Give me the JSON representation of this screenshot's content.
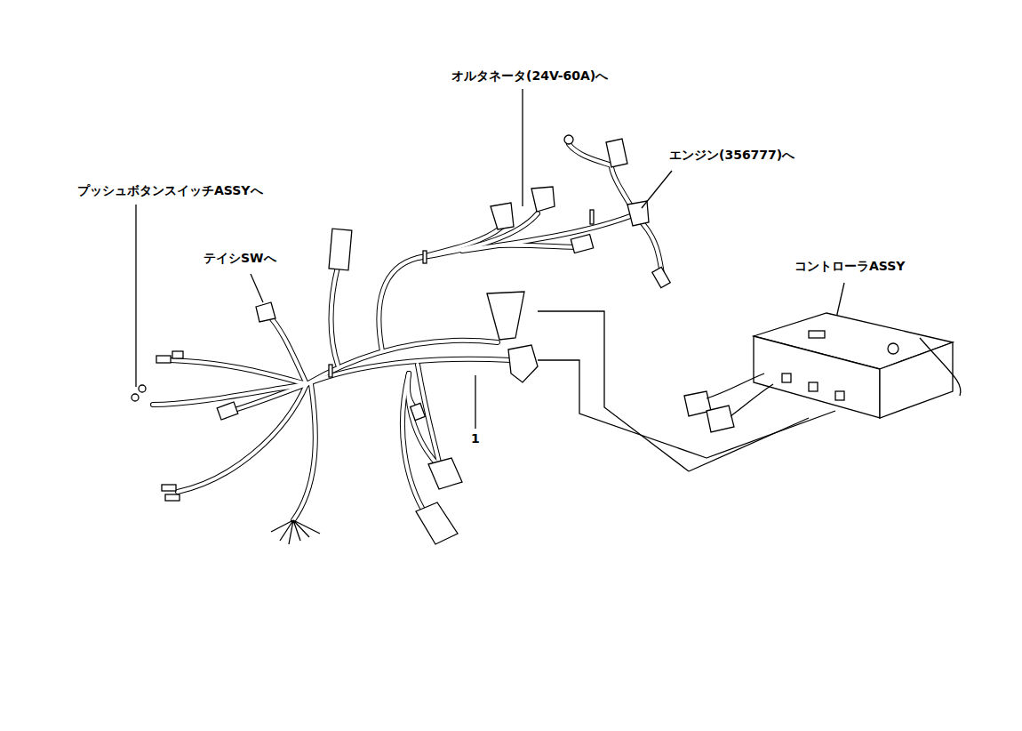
{
  "diagram": {
    "labels": [
      "オルタネータ(24V-60A)へ",
      "エンジン(356777)へ",
      "プッシュボタンスイッチASSYへ",
      "テイシSWへ",
      "コントローラASSY",
      "1"
    ]
  }
}
